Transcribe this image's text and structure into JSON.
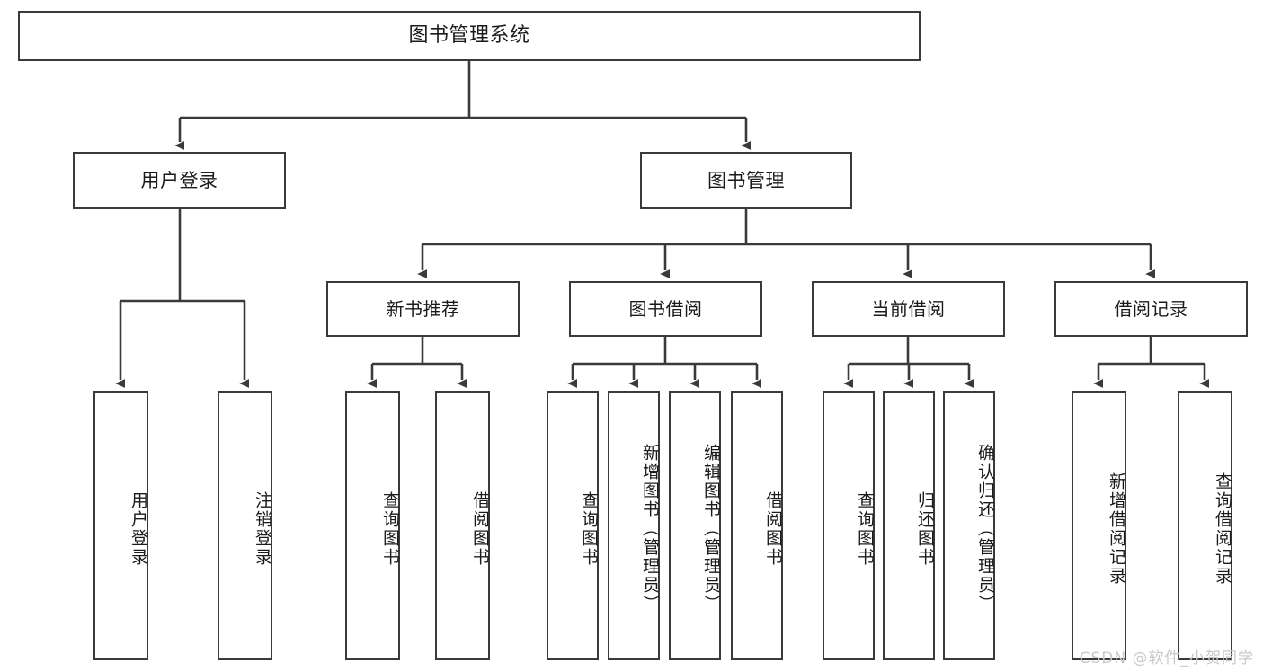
{
  "diagram": {
    "type": "tree-hierarchy",
    "title": "图书管理系统",
    "line_color": "#3a3a3a",
    "box_fill": "#ffffff",
    "text_color": "#1b1b1b",
    "watermark": "CSDN @软件_小贺同学",
    "nodes": {
      "root": {
        "label": "图书管理系统"
      },
      "level1": [
        {
          "id": "user-login",
          "label": "用户登录"
        },
        {
          "id": "book-manage",
          "label": "图书管理"
        }
      ],
      "level2": [
        {
          "id": "new-book-recommend",
          "label": "新书推荐"
        },
        {
          "id": "book-borrow",
          "label": "图书借阅"
        },
        {
          "id": "current-borrow",
          "label": "当前借阅"
        },
        {
          "id": "borrow-record",
          "label": "借阅记录"
        }
      ],
      "leaves": {
        "user_login": [
          {
            "id": "leaf-user-login",
            "label": "用户登录"
          },
          {
            "id": "leaf-logout-login",
            "label": "注销登录"
          }
        ],
        "new_book_recommend": [
          {
            "id": "leaf-query-book-1",
            "label": "查询图书"
          },
          {
            "id": "leaf-borrow-book-1",
            "label": "借阅图书"
          }
        ],
        "book_borrow": [
          {
            "id": "leaf-query-book-2",
            "label": "查询图书"
          },
          {
            "id": "leaf-add-book",
            "label": "新增图书（管理员）"
          },
          {
            "id": "leaf-edit-book",
            "label": "编辑图书（管理员）"
          },
          {
            "id": "leaf-borrow-book-2",
            "label": "借阅图书"
          }
        ],
        "current_borrow": [
          {
            "id": "leaf-query-book-3",
            "label": "查询图书"
          },
          {
            "id": "leaf-return-book",
            "label": "归还图书"
          },
          {
            "id": "leaf-confirm-return",
            "label": "确认归还（管理员）"
          }
        ],
        "borrow_record": [
          {
            "id": "leaf-add-record",
            "label": "新增借阅记录"
          },
          {
            "id": "leaf-query-record",
            "label": "查询借阅记录"
          }
        ]
      }
    }
  }
}
